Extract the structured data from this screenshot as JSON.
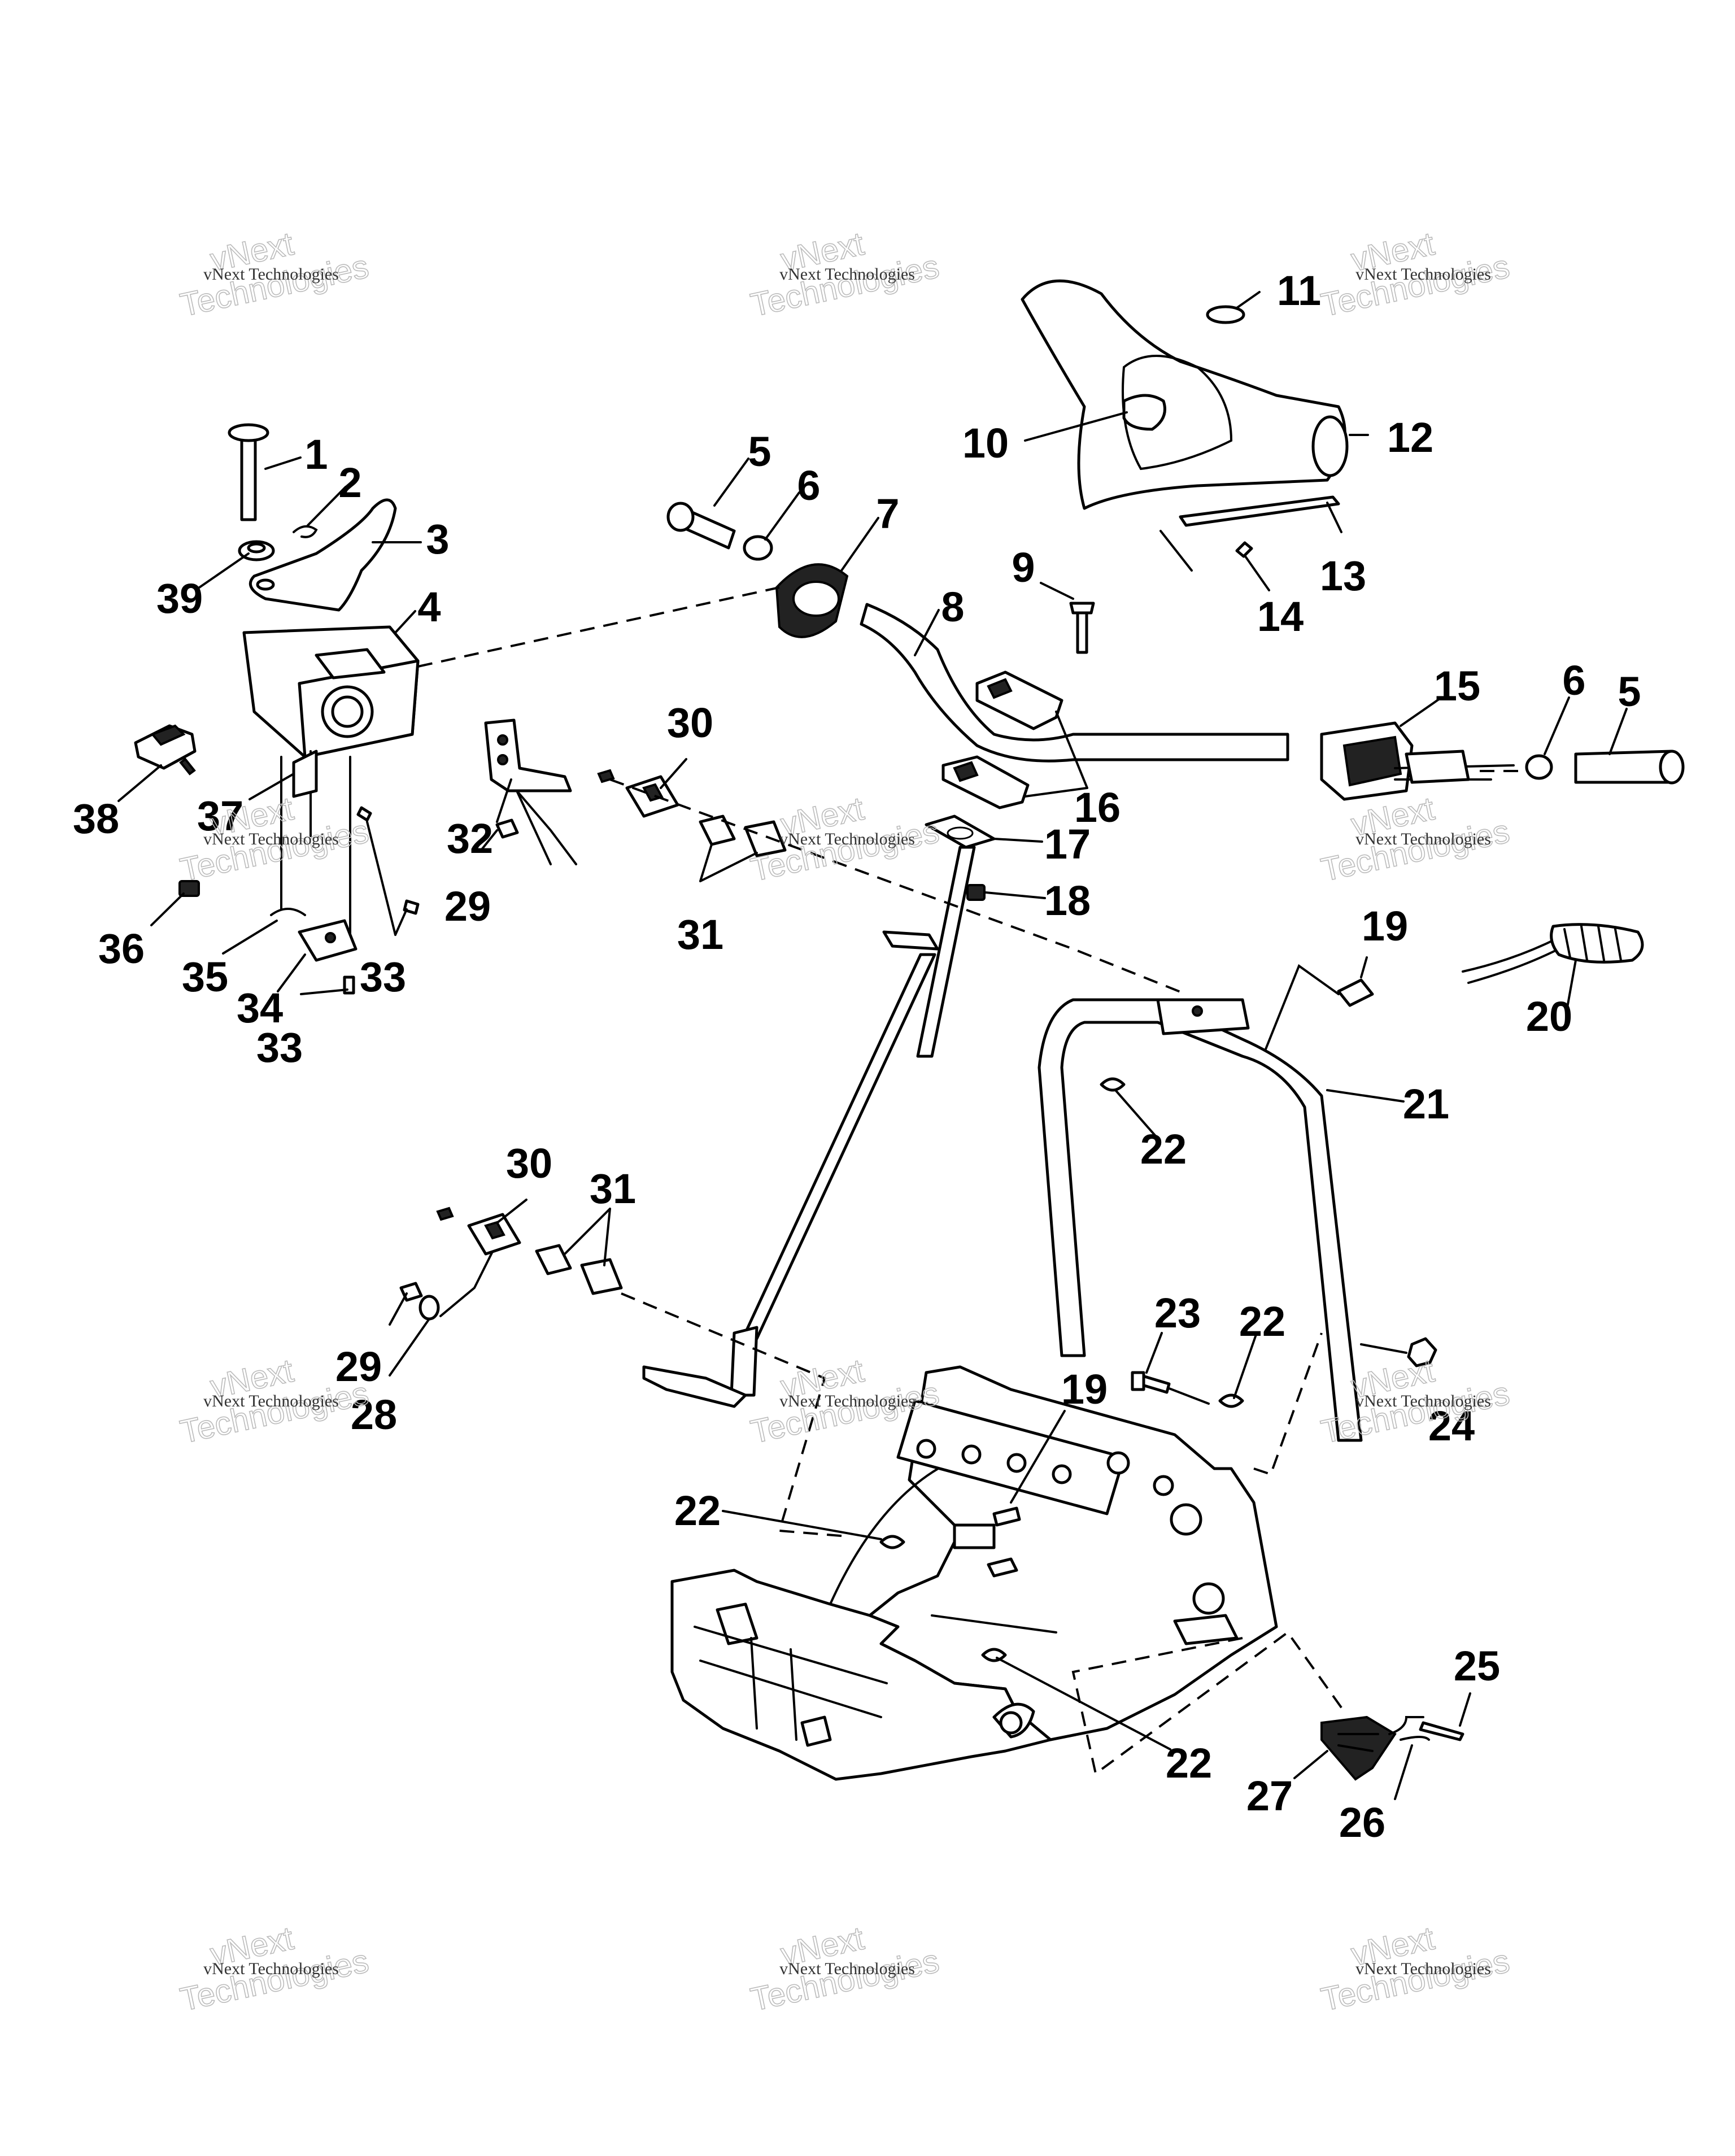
{
  "watermark": {
    "small_text": "vNext Technologies",
    "big_line1": "vNext",
    "big_line2": "Technologies"
  },
  "callouts": {
    "c1": "1",
    "c2": "2",
    "c3": "3",
    "c4": "4",
    "c5a": "5",
    "c5b": "5",
    "c6a": "6",
    "c6b": "6",
    "c7": "7",
    "c8": "8",
    "c9": "9",
    "c10": "10",
    "c11": "11",
    "c12": "12",
    "c13": "13",
    "c14": "14",
    "c15": "15",
    "c16": "16",
    "c17": "17",
    "c18": "18",
    "c19a": "19",
    "c19b": "19",
    "c20": "20",
    "c21": "21",
    "c22a": "22",
    "c22b": "22",
    "c22c": "22",
    "c22d": "22",
    "c23": "23",
    "c24": "24",
    "c25": "25",
    "c26": "26",
    "c27": "27",
    "c28": "28",
    "c29a": "29",
    "c29b": "29",
    "c30a": "30",
    "c30b": "30",
    "c31a": "31",
    "c31b": "31",
    "c32": "32",
    "c33a": "33",
    "c33b": "33",
    "c34": "34",
    "c35": "35",
    "c36": "36",
    "c37": "37",
    "c38": "38",
    "c39": "39"
  }
}
